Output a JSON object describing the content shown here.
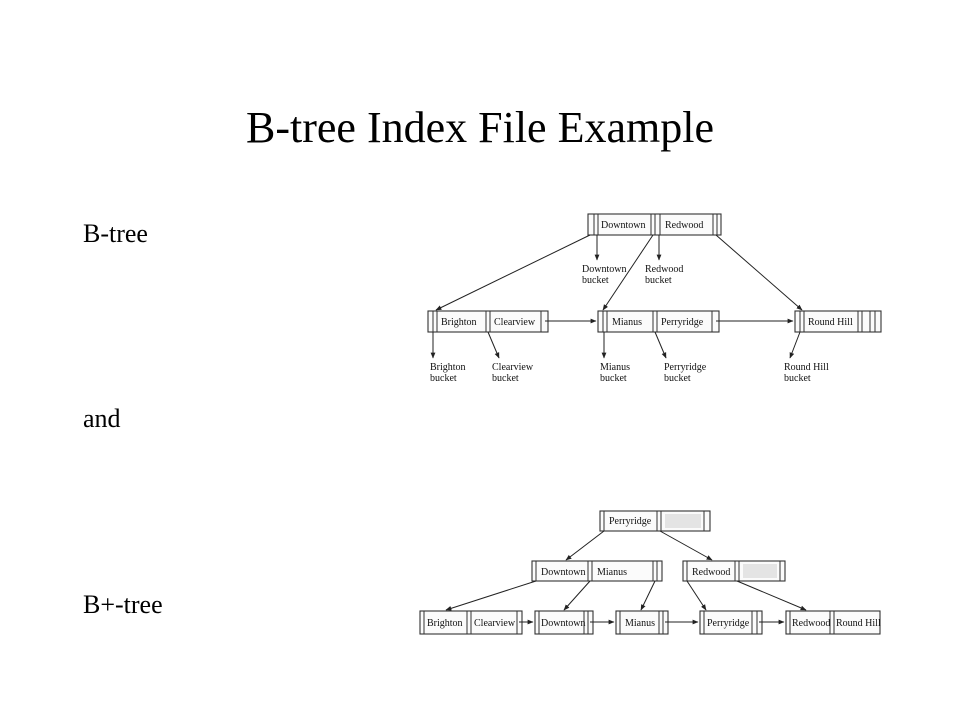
{
  "title": "B-tree Index File Example",
  "labels": {
    "btree": "B-tree",
    "and": "and",
    "bplus": "B+-tree"
  },
  "btree": {
    "root": {
      "keys": [
        "Downtown",
        "Redwood"
      ]
    },
    "root_buckets": [
      [
        "Downtown",
        "bucket"
      ],
      [
        "Redwood",
        "bucket"
      ]
    ],
    "leaves": [
      {
        "keys": [
          "Brighton",
          "Clearview"
        ],
        "buckets": [
          [
            "Brighton",
            "bucket"
          ],
          [
            "Clearview",
            "bucket"
          ]
        ]
      },
      {
        "keys": [
          "Mianus",
          "Perryridge"
        ],
        "buckets": [
          [
            "Mianus",
            "bucket"
          ],
          [
            "Perryridge",
            "bucket"
          ]
        ]
      },
      {
        "keys": [
          "Round Hill"
        ],
        "buckets": [
          [
            "Round Hill",
            "bucket"
          ]
        ]
      }
    ]
  },
  "bplus": {
    "root": {
      "keys": [
        "Perryridge"
      ]
    },
    "internal": [
      {
        "keys": [
          "Downtown",
          "Mianus"
        ]
      },
      {
        "keys": [
          "Redwood"
        ]
      }
    ],
    "leaves": [
      {
        "keys": [
          "Brighton",
          "Clearview"
        ]
      },
      {
        "keys": [
          "Downtown"
        ]
      },
      {
        "keys": [
          "Mianus"
        ]
      },
      {
        "keys": [
          "Perryridge"
        ]
      },
      {
        "keys": [
          "Redwood",
          "Round Hill"
        ]
      }
    ]
  }
}
